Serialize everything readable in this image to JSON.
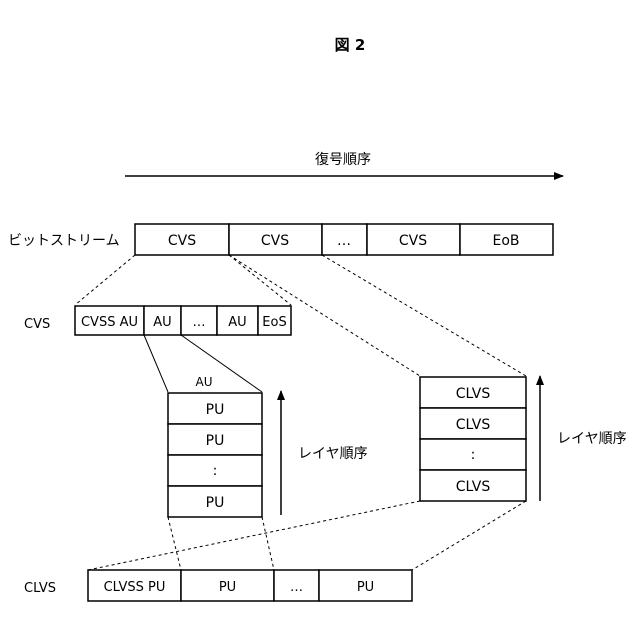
{
  "figure": {
    "title": "図 2"
  },
  "decoding_order": {
    "label": "復号順序"
  },
  "bitstream": {
    "label": "ビットストリーム",
    "cells": [
      "CVS",
      "CVS",
      "…",
      "CVS",
      "EoB"
    ]
  },
  "cvs": {
    "label": "CVS",
    "cells": [
      "CVSS AU",
      "AU",
      "…",
      "AU",
      "EoS"
    ]
  },
  "au": {
    "label": "AU",
    "cells": [
      "PU",
      "PU",
      ":",
      "PU"
    ],
    "order_label": "レイヤ順序"
  },
  "clvs_stack": {
    "cells": [
      "CLVS",
      "CLVS",
      ":",
      "CLVS"
    ],
    "order_label": "レイヤ順序"
  },
  "clvs": {
    "label": "CLVS",
    "cells": [
      "CLVSS PU",
      "PU",
      "…",
      "PU"
    ]
  }
}
